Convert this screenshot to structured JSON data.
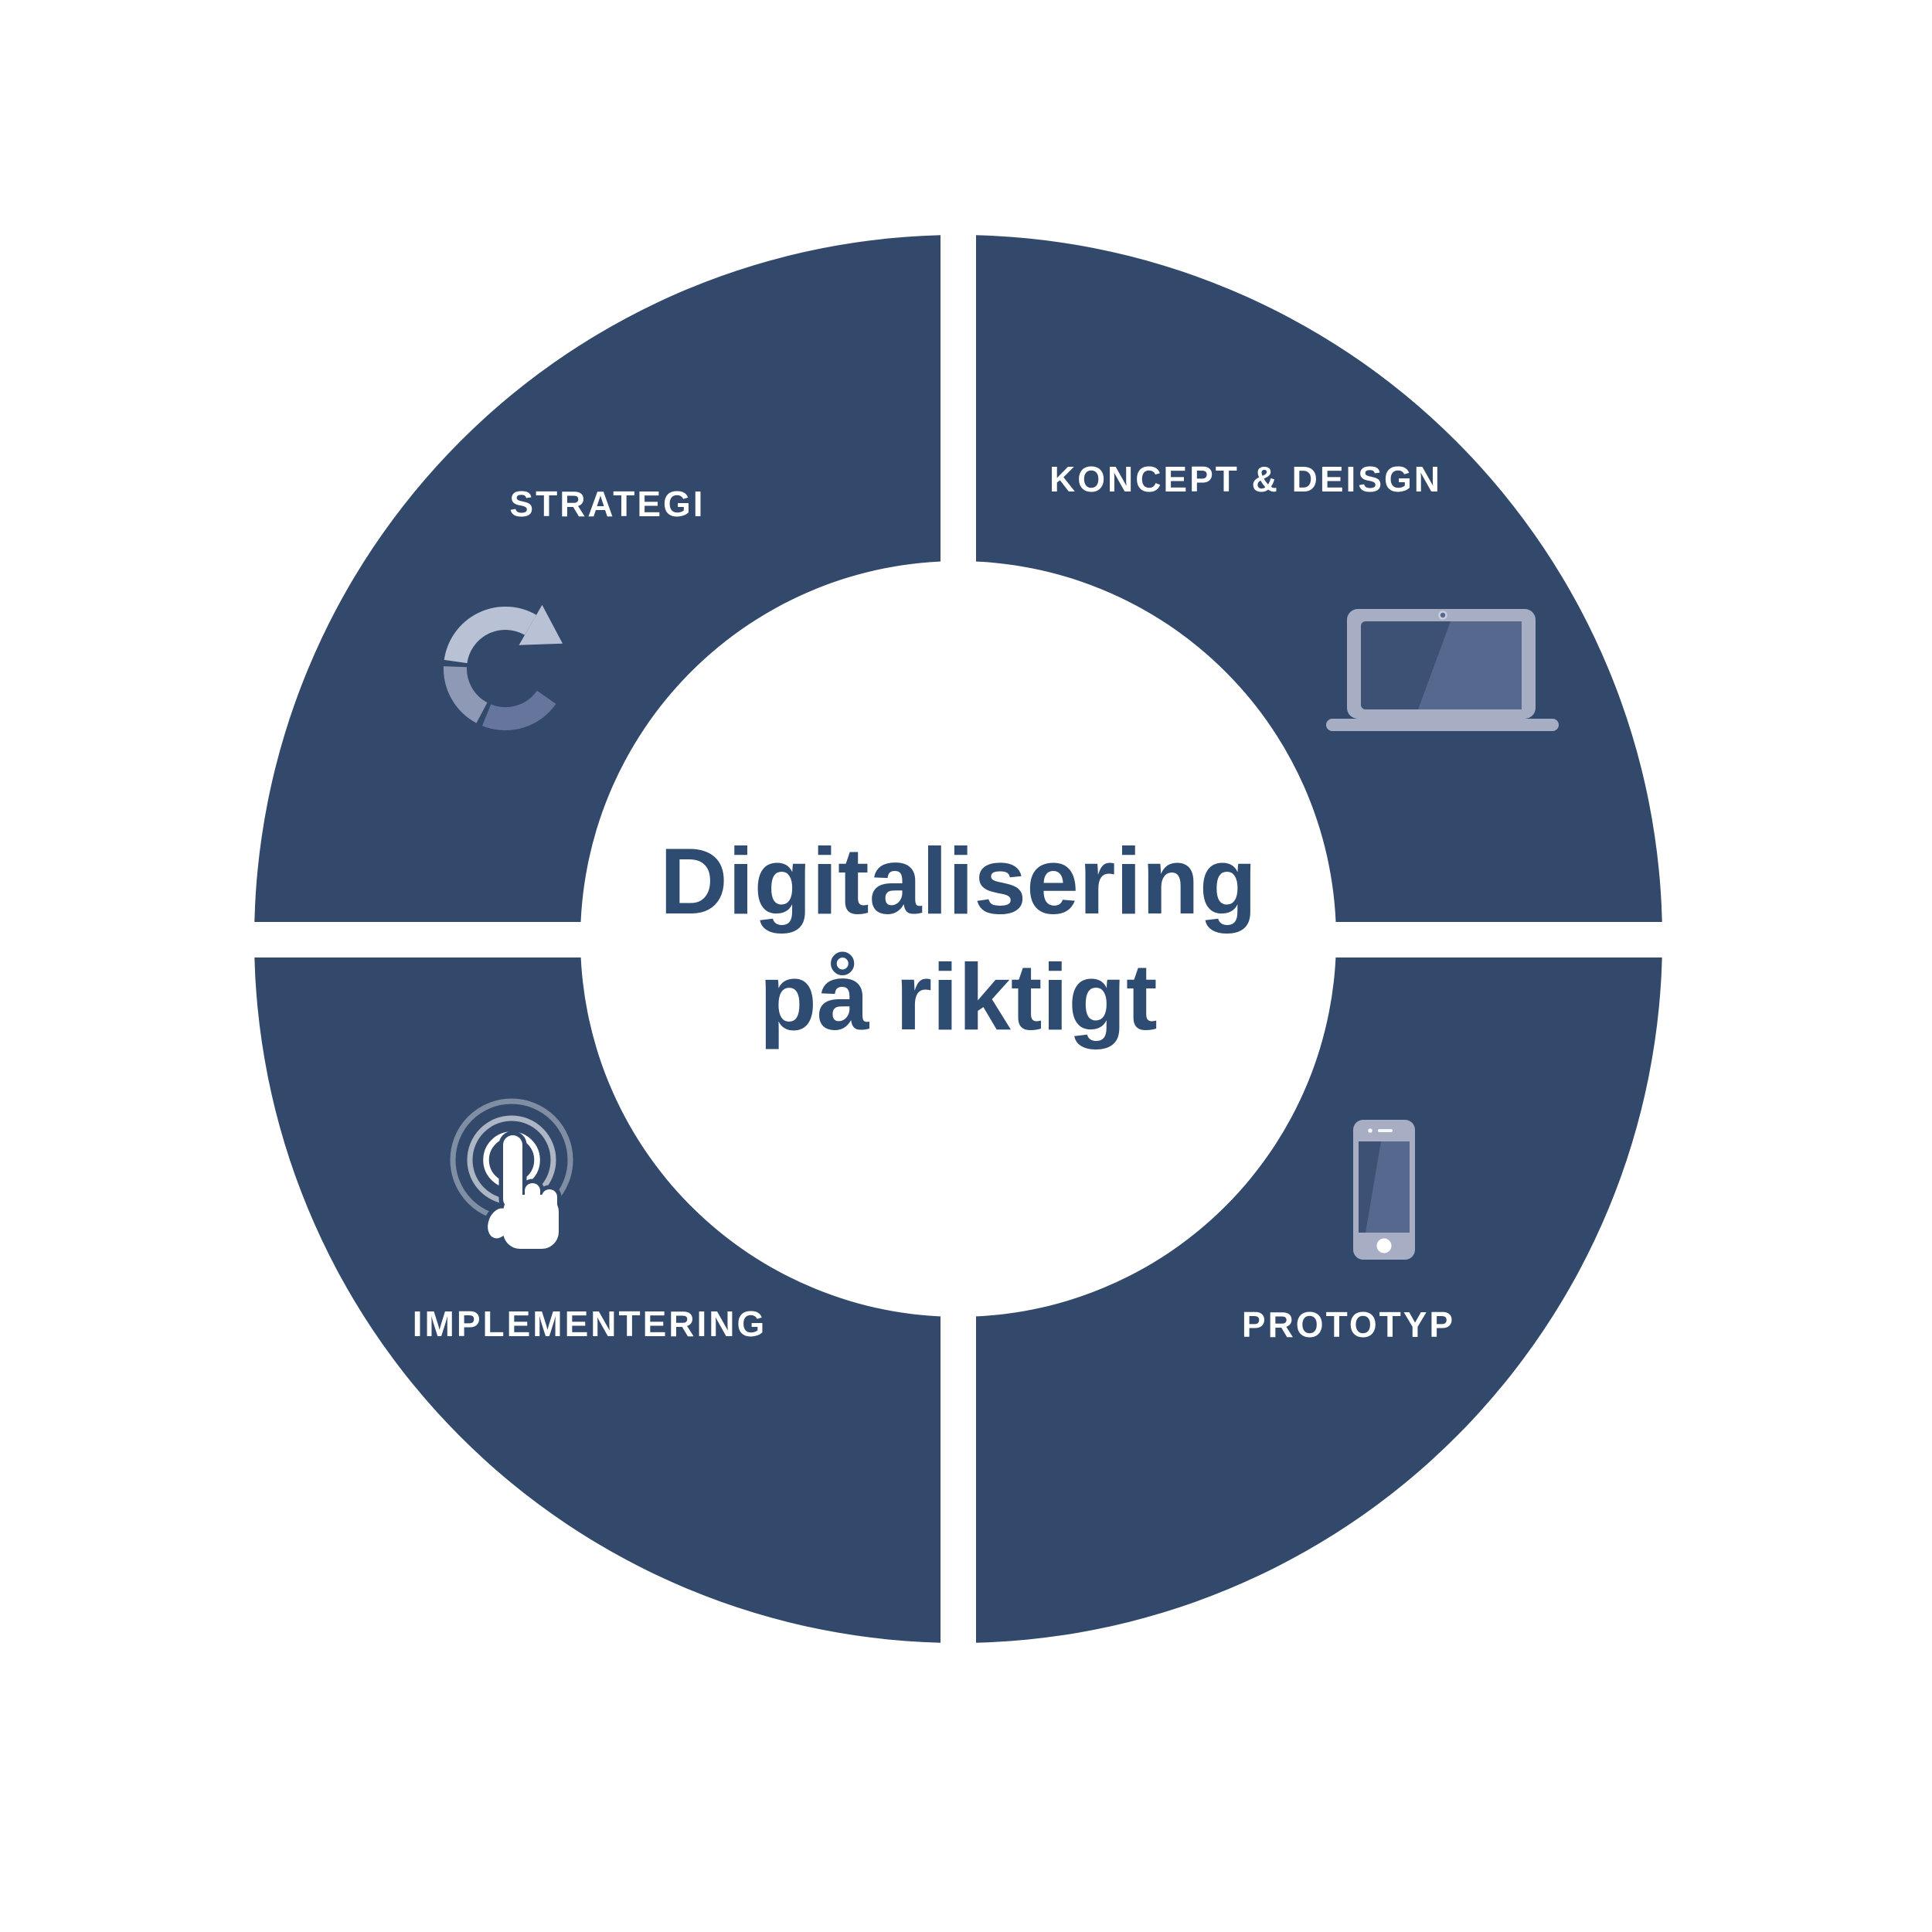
{
  "title": {
    "line1": "Digitalisering",
    "line2": "på riktigt"
  },
  "quadrants": [
    {
      "id": "strategi",
      "label": "STRATEGI",
      "icon": "cycle-arrow-icon",
      "position": "top-left"
    },
    {
      "id": "koncept-design",
      "label": "KONCEPT & DEISGN",
      "icon": "laptop-icon",
      "position": "top-right"
    },
    {
      "id": "implementering",
      "label": "IMPLEMENTERING",
      "icon": "touch-icon",
      "position": "bottom-left"
    },
    {
      "id": "prototyp",
      "label": "PROTOTYP",
      "icon": "smartphone-icon",
      "position": "bottom-right"
    }
  ],
  "colors": {
    "ring_blue": "#32496c",
    "title_blue": "#2e4b72",
    "label_white": "#ffffff",
    "icon_light": "#b9c1d4",
    "icon_medium": "#8e99b6",
    "icon_dark": "#66759b",
    "device_body": "#a7aec4",
    "device_screen": "#3c5174",
    "device_reflection": "#56688e",
    "background": "#ffffff"
  }
}
